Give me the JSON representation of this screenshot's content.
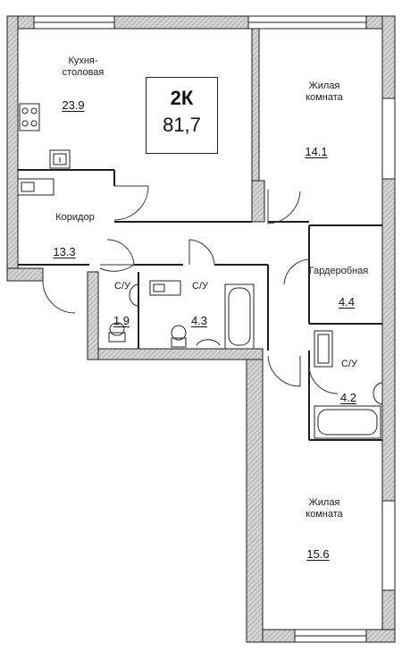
{
  "apartment": {
    "type": "2К",
    "total_area": "81,7"
  },
  "rooms": {
    "kitchen": {
      "name_line1": "Кухня-",
      "name_line2": "столовая",
      "area": "23.9"
    },
    "living1": {
      "name_line1": "Жилая",
      "name_line2": "комната",
      "area": "14.1"
    },
    "corridor": {
      "name": "Коридор",
      "area": "13.3"
    },
    "wardrobe": {
      "name": "Гардеробная",
      "area": "4.4"
    },
    "wc1": {
      "name": "С/У",
      "area": "1.9"
    },
    "wc2": {
      "name": "С/У",
      "area": "4.3"
    },
    "wc3": {
      "name": "С/У",
      "area": "4.2"
    },
    "living2": {
      "name_line1": "Жилая",
      "name_line2": "комната",
      "area": "15.6"
    }
  },
  "colors": {
    "wall_fill": "#c9c9c9",
    "wall_stroke": "#1e1e1e",
    "line": "#222222"
  }
}
